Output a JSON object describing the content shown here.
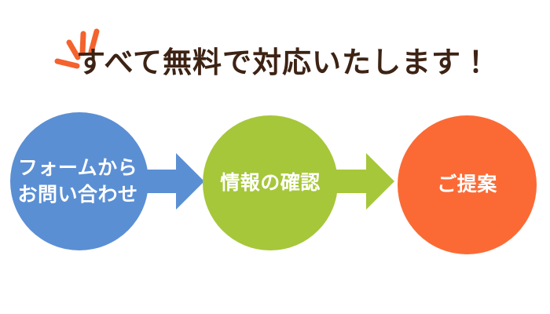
{
  "headline": {
    "text": "すべて無料で対応いたします！",
    "color": "#3d2314",
    "spark_icon": "spark-lines-icon",
    "spark_color": "#f4622d"
  },
  "flow": {
    "steps": [
      {
        "id": "step-1",
        "label": "フォームから\nお問い合わせ",
        "color": "#5b8fd4",
        "text_color": "#ffffff"
      },
      {
        "id": "step-2",
        "label": "情報の確認",
        "color": "#a6c73a",
        "text_color": "#ffffff"
      },
      {
        "id": "step-3",
        "label": "ご提案",
        "color": "#fb6a35",
        "text_color": "#ffffff"
      }
    ],
    "arrows": [
      {
        "id": "arrow-1",
        "icon": "arrow-right-icon",
        "color": "#5b8fd4"
      },
      {
        "id": "arrow-2",
        "icon": "arrow-right-icon",
        "color": "#a6c73a"
      }
    ]
  },
  "background_color": "#ffffff"
}
